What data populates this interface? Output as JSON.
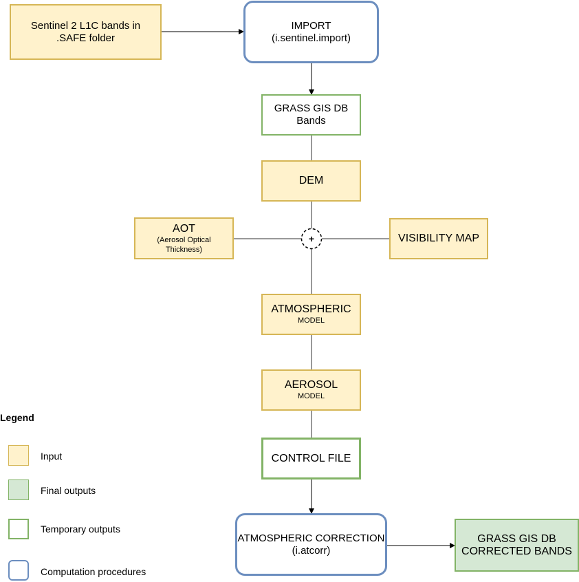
{
  "nodes": {
    "sentinel": {
      "line1": "Sentinel 2 L1C bands in",
      "line2": ".SAFE folder"
    },
    "import": {
      "line1": "IMPORT",
      "line2": "(i.sentinel.import)"
    },
    "grass_bands": {
      "line1": "GRASS GIS DB",
      "line2": "Bands"
    },
    "dem": {
      "label": "DEM"
    },
    "aot": {
      "label": "AOT",
      "sub1": "(Aerosol Optical",
      "sub2": "Thickness)"
    },
    "visibility": {
      "label": "VISIBILITY MAP"
    },
    "junction": {
      "symbol": "+"
    },
    "atmospheric_model": {
      "label": "ATMOSPHERIC",
      "sub": "MODEL"
    },
    "aerosol_model": {
      "label": "AEROSOL",
      "sub": "MODEL"
    },
    "control_file": {
      "label": "CONTROL FILE"
    },
    "atcorr": {
      "line1": "ATMOSPHERIC CORRECTION",
      "line2": "(i.atcorr)"
    },
    "corrected": {
      "line1": "GRASS GIS DB",
      "line2": "CORRECTED BANDS"
    }
  },
  "legend": {
    "title": "Legend",
    "items": [
      {
        "label": "Input",
        "kind": "input"
      },
      {
        "label": "Final outputs",
        "kind": "final"
      },
      {
        "label": "Temporary outputs",
        "kind": "temp"
      },
      {
        "label": "Computation procedures",
        "kind": "proc"
      }
    ]
  },
  "colors": {
    "input_fill": "#fff2cc",
    "input_border": "#d6b656",
    "final_fill": "#d5e8d4",
    "output_border": "#82b366",
    "proc_border": "#6c8ebf",
    "line": "#333333"
  }
}
